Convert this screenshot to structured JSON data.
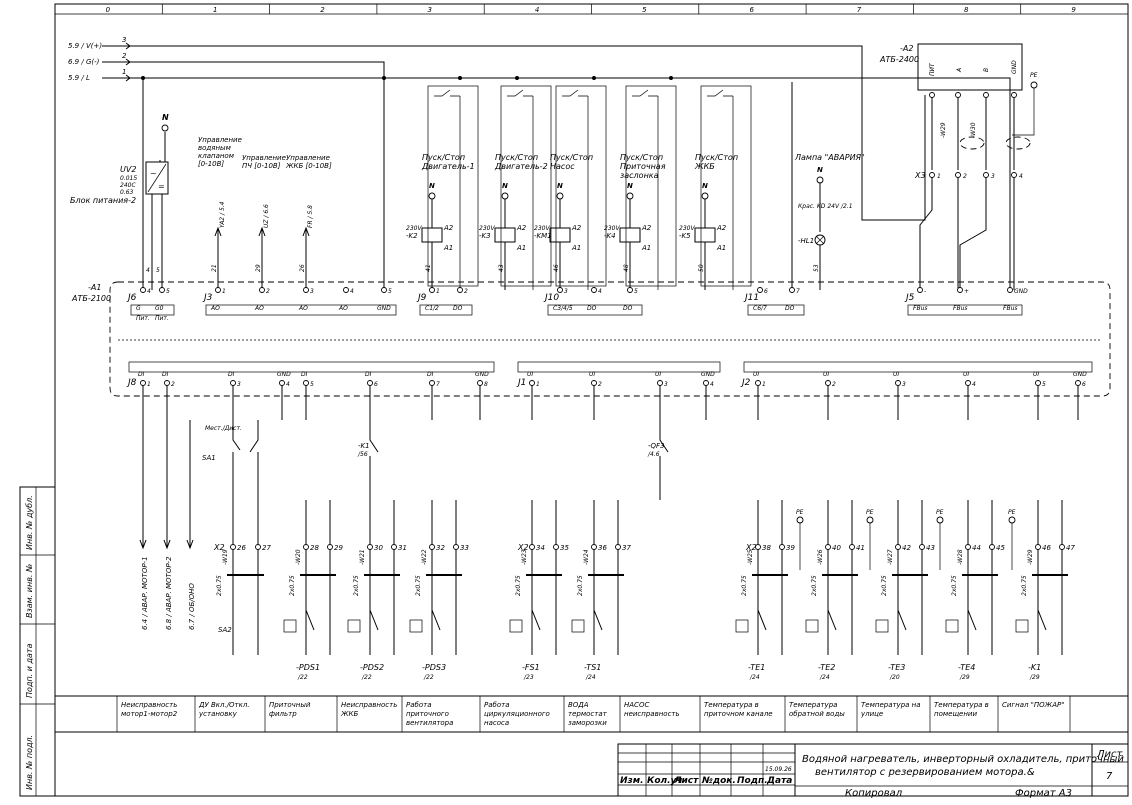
{
  "grid_columns": [
    "0",
    "1",
    "2",
    "3",
    "4",
    "5",
    "6",
    "7",
    "8",
    "9"
  ],
  "supply_inputs": [
    "5.9 / V(+)",
    "6.9 / G(-)",
    "5.9 / L"
  ],
  "supply_numbers": [
    "3",
    "2",
    "1"
  ],
  "psu": {
    "ref": "UV2",
    "specs": [
      "0.015",
      "240С",
      "0.63"
    ],
    "label": "Блок питания-2",
    "pins": [
      "4",
      "5"
    ]
  },
  "a2": {
    "ref": "-A2",
    "model": "АТБ-2400",
    "pins": [
      "ПИТ",
      "A",
      "B",
      "GND"
    ],
    "pe": "PE"
  },
  "a1": {
    "ref": "-A1",
    "model": "АТБ-2100"
  },
  "control_labels": [
    "Управление водяным клапаном [0-10B]",
    "Управление ПЧ [0-10B]",
    "Управление ЖКБ [0-10B]"
  ],
  "control_refs": [
    "YA2 / 5.4",
    "UZ / 6.6",
    "FR / 5.8"
  ],
  "control_wires": [
    "21",
    "29",
    "26"
  ],
  "relays": [
    {
      "title": "Пуск/Стоп Двигатель-1",
      "ref": "-K2",
      "wire": "41",
      "pin": "1"
    },
    {
      "title": "Пуск/Стоп Двигатель-2",
      "ref": "-K3",
      "wire": "43",
      "pin": "3"
    },
    {
      "title": "Пуск/Стоп Насос",
      "ref": "-KM1",
      "wire": "46",
      "pin": "3"
    },
    {
      "title": "Пуск/Стоп Приточная заслонка",
      "ref": "-K4",
      "wire": "48",
      "pin": "4"
    },
    {
      "title": "Пуск/Стоп ЖКБ",
      "ref": "-K5",
      "wire": "50",
      "pin": "5"
    }
  ],
  "alarm_lamp": {
    "title": "Лампа \"АВАРИЯ\"",
    "ref": "-HL1",
    "spec": "Крас. KD 24V /2.1",
    "wire": "53"
  },
  "connectors_top": {
    "J6": {
      "name": "J6",
      "pins": [
        "4",
        "5"
      ],
      "labels": [
        "G",
        "G0"
      ],
      "types": [
        "Пит.",
        "Пит."
      ]
    },
    "J3": {
      "name": "J3",
      "pins": [
        "1",
        "2",
        "3",
        "4",
        "5"
      ],
      "labels": [
        "AO",
        "AO",
        "AO",
        "AO",
        "GND"
      ]
    },
    "J9": {
      "name": "J9",
      "pins": [
        "1",
        "2"
      ],
      "labels": [
        "C1/2",
        "DO"
      ]
    },
    "J10": {
      "name": "J10",
      "pins": [
        "3",
        "4",
        "5"
      ],
      "labels": [
        "C3/4/5",
        "DO"
      ]
    },
    "J11": {
      "name": "J11",
      "pins": [
        "6",
        "7"
      ],
      "labels": [
        "C6/7",
        "DO"
      ]
    },
    "J5": {
      "name": "J5",
      "pins": [
        "-",
        "+",
        "GND"
      ],
      "labels": [
        "FBus",
        "FBus",
        "FBus"
      ]
    }
  },
  "connectors_bottom": {
    "J8": "J8",
    "J1": "J1",
    "J2": "J2",
    "pin_types": [
      "DI",
      "UI",
      "GND"
    ]
  },
  "x2_terminals": [
    "26",
    "27",
    "28",
    "29",
    "30",
    "31",
    "32",
    "33",
    "34",
    "35",
    "36",
    "37",
    "38",
    "39",
    "40",
    "41",
    "42",
    "43",
    "44",
    "45",
    "46",
    "47"
  ],
  "x2_label": "X2",
  "x3_label": "X3",
  "x3_terminals": [
    "1",
    "2",
    "3",
    "4"
  ],
  "cables": [
    "-W19",
    "-W20",
    "-W21",
    "-W22",
    "-W23",
    "-W24",
    "-W25",
    "-W26",
    "-W27",
    "-W28",
    "-W29",
    "-W30"
  ],
  "cable_spec": "2x0.75",
  "alarm_outputs": [
    "6.4 / АВАР. МОТОР-1",
    "6.8 / АВАР. МОТОР-2",
    "6.7 / ОБ/ОНО"
  ],
  "switch": {
    "ref": "SA1",
    "title": "Мест./Дист.",
    "ref2": "SA2"
  },
  "sensors": [
    "-PDS1",
    "-PDS2",
    "-PDS3",
    "-FS1",
    "-TS1",
    "-TE1",
    "-TE2",
    "-TE3",
    "-TE4",
    "-K1"
  ],
  "sensor_pages": [
    "/22",
    "/22",
    "/22",
    "/23",
    "/24",
    "/24",
    "/24",
    "/20",
    "/29",
    "/29"
  ],
  "aux_contacts": [
    {
      "ref": "-K1",
      "page": "/56"
    },
    {
      "ref": "-QF3",
      "page": "/4.6"
    }
  ],
  "descriptions": [
    "Неисправность мотор1-мотор2",
    "ДУ Вкл./Откл. установку",
    "Приточный фильтр",
    "Неисправность ЖКБ",
    "Работа приточного вентилятора",
    "Работа циркуляционного насоса",
    "ВОДА термостат заморозки",
    "НАСОС неисправность",
    "Температура в приточном канале",
    "Температура обратной воды",
    "Температура на улице",
    "Температура в помещении",
    "Сигнал \"ПОЖАР\""
  ],
  "left_strip": [
    "Инв. № подл.",
    "Подп. и дата",
    "Взам. инв. №",
    "Инв. № дубл."
  ],
  "title_block": {
    "date": "15.09.26",
    "cols": [
      "Изм.",
      "Кол.уч",
      "Лист",
      "№док.",
      "Подп.",
      "Дата"
    ],
    "title": "Водяной нагреватель, инверторный охладитель, приточный вентилятор с резервированием мотора.&",
    "sheet_label": "Лист",
    "sheet_number": "7",
    "copied": "Копировал",
    "format": "Формат А3"
  }
}
